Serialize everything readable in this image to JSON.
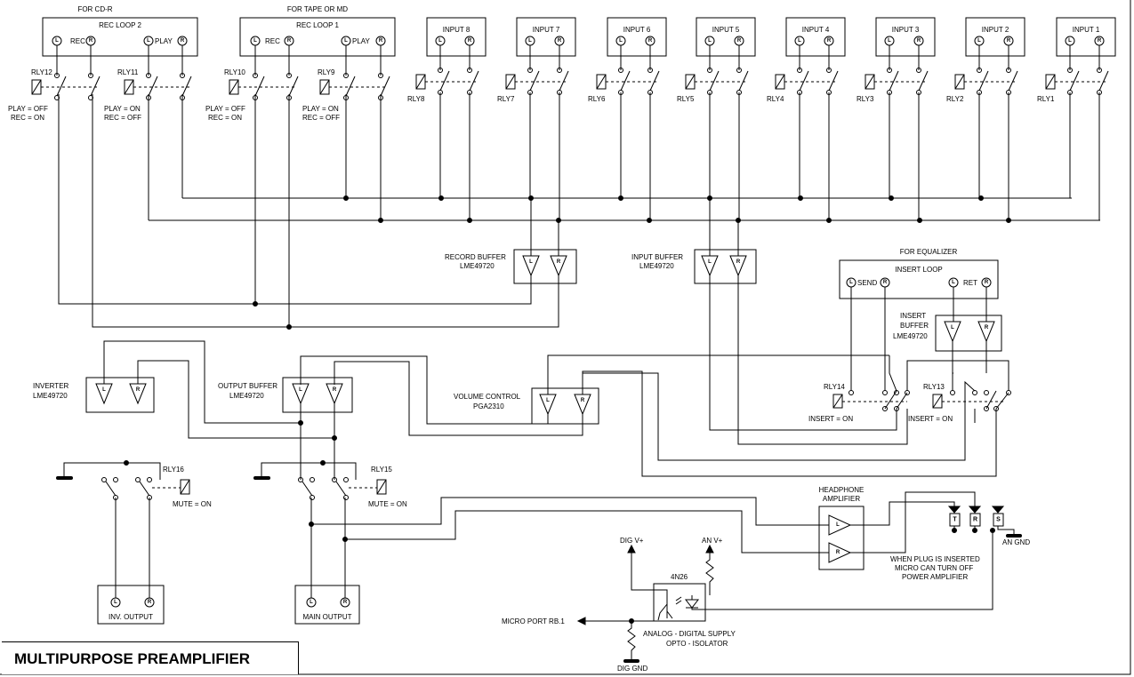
{
  "title": "MULTIPURPOSE PREAMPLIFIER",
  "notes": {
    "for_cdr": "FOR CD-R",
    "for_tape": "FOR TAPE OR MD",
    "for_equalizer": "FOR EQUALIZER",
    "plug_note_1": "WHEN PLUG IS INSERTED",
    "plug_note_2": "MICRO CAN TURN OFF",
    "plug_note_3": "POWER AMPLIFIER",
    "iso_1": "ANALOG - DIGITAL SUPPLY",
    "iso_2": "OPTO - ISOLATOR"
  },
  "recloops": [
    {
      "label": "REC LOOP 2",
      "rec": "REC",
      "play": "PLAY"
    },
    {
      "label": "REC LOOP 1",
      "rec": "REC",
      "play": "PLAY"
    }
  ],
  "inputs": [
    "INPUT 8",
    "INPUT 7",
    "INPUT 6",
    "INPUT 5",
    "INPUT 4",
    "INPUT 3",
    "INPUT 2",
    "INPUT 1"
  ],
  "relays": {
    "rly12": "RLY12",
    "rly11": "RLY11",
    "rly10": "RLY10",
    "rly9": "RLY9",
    "input_relays": [
      "RLY8",
      "RLY7",
      "RLY6",
      "RLY5",
      "RLY4",
      "RLY3",
      "RLY2",
      "RLY1"
    ],
    "rly13": "RLY13",
    "rly14": "RLY14",
    "rly15": "RLY15",
    "rly16": "RLY16"
  },
  "relay_states": {
    "rly12": [
      "PLAY = OFF",
      "REC = ON"
    ],
    "rly11": [
      "PLAY = ON",
      "REC = OFF"
    ],
    "rly10": [
      "PLAY = OFF",
      "REC = ON"
    ],
    "rly9": [
      "PLAY = ON",
      "REC = OFF"
    ],
    "rly14": "INSERT = ON",
    "rly13": "INSERT = ON",
    "rly16": "MUTE = ON",
    "rly15": "MUTE = ON"
  },
  "buffers": {
    "record": [
      "RECORD BUFFER",
      "LME49720"
    ],
    "input": [
      "INPUT BUFFER",
      "LME49720"
    ],
    "insert": [
      "INSERT",
      "BUFFER",
      "LME49720"
    ],
    "inverter": [
      "INVERTER",
      "LME49720"
    ],
    "output": [
      "OUTPUT BUFFER",
      "LME49720"
    ],
    "volume": [
      "VOLUME CONTROL",
      "PGA2310"
    ],
    "headphone": [
      "HEADPHONE",
      "AMPLIFIER"
    ]
  },
  "insert_loop": {
    "label": "INSERT LOOP",
    "send": "SEND",
    "ret": "RET"
  },
  "outputs": {
    "inv": "INV. OUTPUT",
    "main": "MAIN OUTPUT"
  },
  "jack": {
    "t": "T",
    "r": "R",
    "s": "S",
    "gnd": "AN GND"
  },
  "isolator": {
    "part": "4N26",
    "dig_v": "DIG V+",
    "an_v": "AN V+",
    "micro": "MICRO PORT RB.1",
    "dig_gnd": "DIG GND"
  },
  "jack_letters": {
    "l": "L",
    "r": "R"
  }
}
